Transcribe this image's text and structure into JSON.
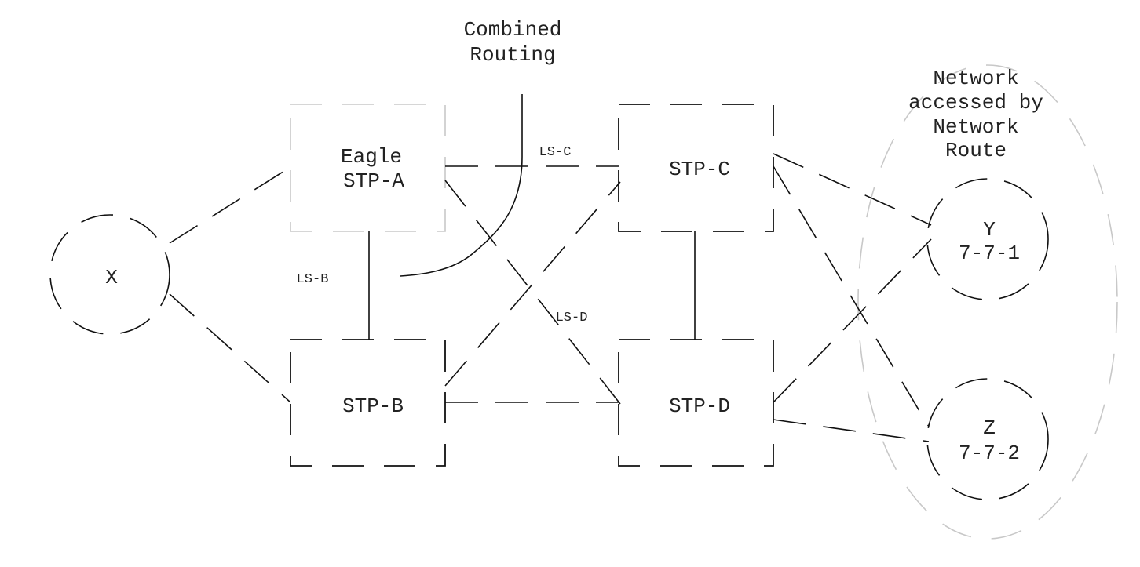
{
  "labels": {
    "combined_routing_1": "Combined",
    "combined_routing_2": "Routing",
    "network_1": "Network",
    "network_2": "accessed by",
    "network_3": "Network",
    "network_4": "Route",
    "x_node": "X",
    "stp_a_1": "Eagle",
    "stp_a_2": "STP-A",
    "stp_b": "STP-B",
    "stp_c": "STP-C",
    "stp_d": "STP-D",
    "y_node_1": "Y",
    "y_node_2": "7-7-1",
    "z_node_1": "Z",
    "z_node_2": "7-7-2",
    "ls_b": "LS-B",
    "ls_c": "LS-C",
    "ls_d": "LS-D"
  }
}
